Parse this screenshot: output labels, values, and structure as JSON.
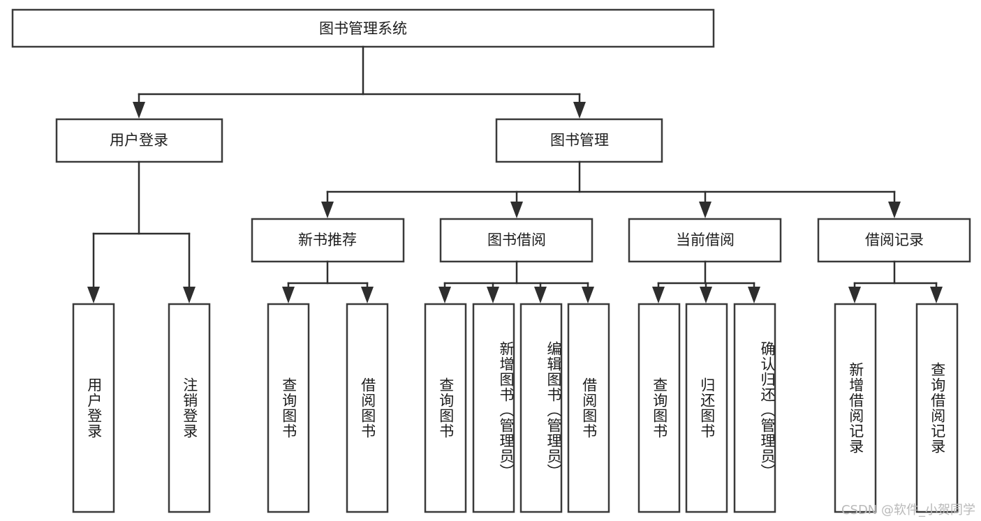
{
  "diagram": {
    "title": "图书管理系统",
    "type": "tree-hierarchy",
    "root": {
      "label": "图书管理系统"
    },
    "level2": [
      {
        "label": "用户登录"
      },
      {
        "label": "图书管理"
      }
    ],
    "level3": [
      {
        "label": "新书推荐"
      },
      {
        "label": "图书借阅"
      },
      {
        "label": "当前借阅"
      },
      {
        "label": "借阅记录"
      }
    ],
    "leaves": {
      "user_login": [
        {
          "label": "用户登录"
        },
        {
          "label": "注销登录"
        }
      ],
      "new_book_recommend": [
        {
          "label": "查询图书"
        },
        {
          "label": "借阅图书"
        }
      ],
      "book_borrow": [
        {
          "label": "查询图书"
        },
        {
          "label": "新增图书（管理员）"
        },
        {
          "label": "编辑图书（管理员）"
        },
        {
          "label": "借阅图书"
        }
      ],
      "current_borrow": [
        {
          "label": "查询图书"
        },
        {
          "label": "归还图书"
        },
        {
          "label": "确认归还（管理员）"
        }
      ],
      "borrow_record": [
        {
          "label": "新增借阅记录"
        },
        {
          "label": "查询借阅记录"
        }
      ]
    }
  },
  "watermark": {
    "text": "CSDN @软件_小贺同学"
  },
  "colors": {
    "box_stroke": "#3a3a3a",
    "connector": "#2e2e2e",
    "text": "#1c1c1c",
    "background": "#ffffff",
    "watermark": "#b9b9b9"
  }
}
